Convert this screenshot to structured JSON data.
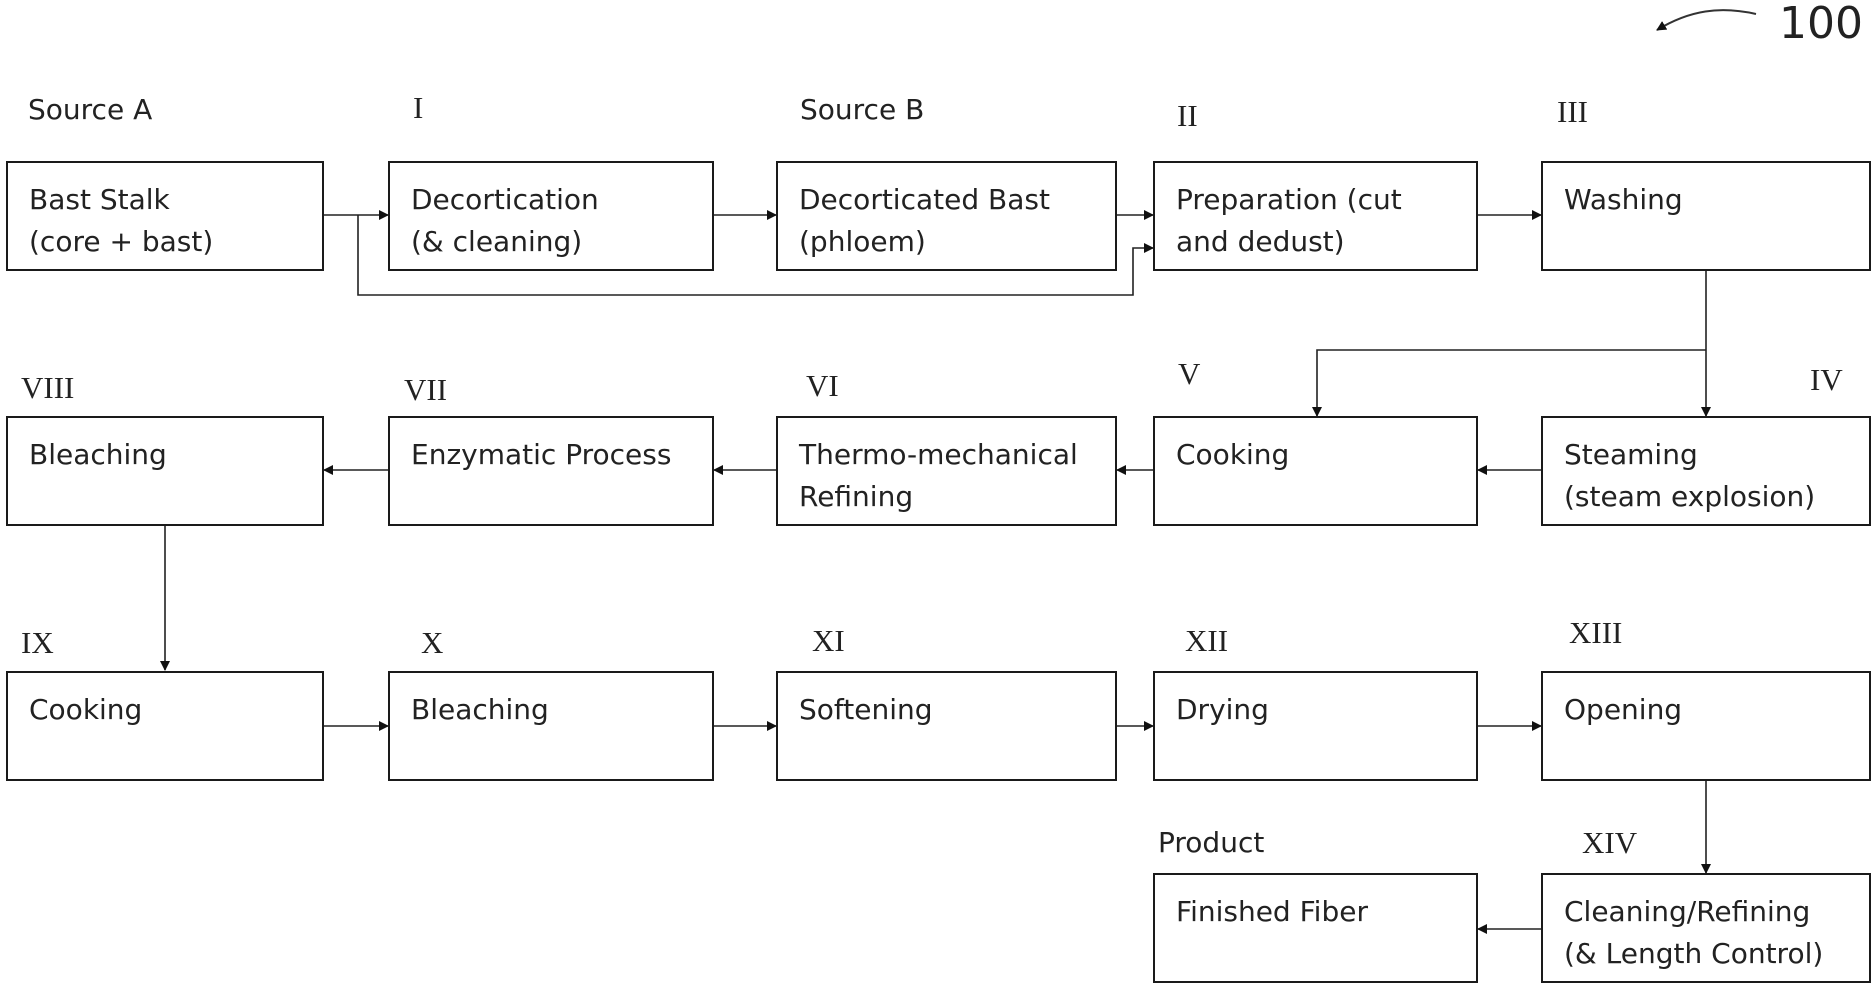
{
  "figure": {
    "reference_number": "100",
    "source_labels": {
      "source_a": "Source A",
      "source_b": "Source B",
      "product": "Product"
    },
    "steps": {
      "bast_stalk": {
        "text": "Bast Stalk\n(core + bast)"
      },
      "decortication": {
        "numeral": "I",
        "text": "Decortication\n(& cleaning)"
      },
      "decorticated": {
        "text": "Decorticated Bast\n(phloem)"
      },
      "preparation": {
        "numeral": "II",
        "text": "Preparation (cut\nand dedust)"
      },
      "washing": {
        "numeral": "III",
        "text": "Washing"
      },
      "steaming": {
        "numeral": "IV",
        "text": "Steaming\n(steam explosion)"
      },
      "cooking1": {
        "numeral": "V",
        "text": "Cooking"
      },
      "refining": {
        "numeral": "VI",
        "text": "Thermo-mechanical\nRefining"
      },
      "enzymatic": {
        "numeral": "VII",
        "text": "Enzymatic Process"
      },
      "bleaching1": {
        "numeral": "VIII",
        "text": "Bleaching"
      },
      "cooking2": {
        "numeral": "IX",
        "text": "Cooking"
      },
      "bleaching2": {
        "numeral": "X",
        "text": "Bleaching"
      },
      "softening": {
        "numeral": "XI",
        "text": "Softening"
      },
      "drying": {
        "numeral": "XII",
        "text": "Drying"
      },
      "opening": {
        "numeral": "XIII",
        "text": "Opening"
      },
      "cleaning": {
        "numeral": "XIV",
        "text": "Cleaning/Refining\n(& Length Control)"
      },
      "finished": {
        "text": "Finished Fiber"
      }
    }
  }
}
